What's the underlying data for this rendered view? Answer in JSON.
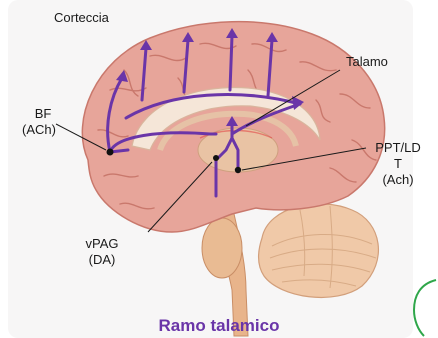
{
  "labels": {
    "cortex": "Corteccia",
    "thalamus": "Talamo",
    "bf_name": "BF",
    "bf_nt": "(ACh)",
    "ppt_line1": "PPT/LD",
    "ppt_line2": "T",
    "ppt_nt": "(Ach)",
    "vpag_name": "vPAG",
    "vpag_nt": "(DA)"
  },
  "caption": "Ramo talamico",
  "colors": {
    "pathway": "#6a35a8",
    "cortex": "#e7a59a",
    "cortex_fold": "#c9786c",
    "cerebellum": "#f0c9a8",
    "brainstem": "#e8b48b",
    "thalamus": "#e9c3a4",
    "corpus_callosum": "#f5e6d8",
    "leader": "#1a1a1a",
    "background_panel": "#f7f6f6",
    "green_arc": "#2fa64a"
  }
}
